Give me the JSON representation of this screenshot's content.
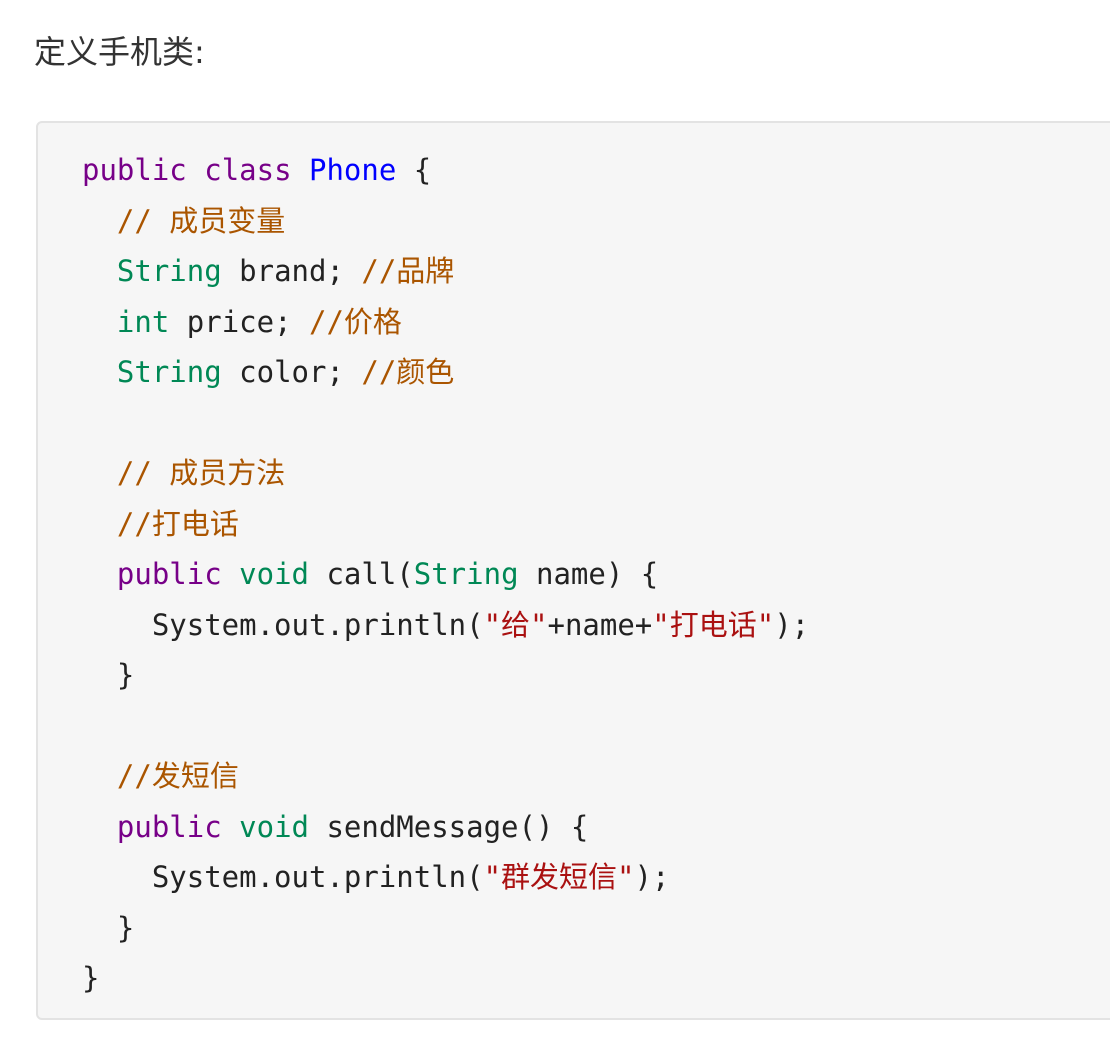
{
  "intro": {
    "text": "定义手机类:"
  },
  "code": {
    "language": "java",
    "lines": [
      [
        {
          "t": "kw",
          "v": "public"
        },
        {
          "t": "pl",
          "v": " "
        },
        {
          "t": "kw",
          "v": "class"
        },
        {
          "t": "pl",
          "v": " "
        },
        {
          "t": "def",
          "v": "Phone"
        },
        {
          "t": "pl",
          "v": " {"
        }
      ],
      [
        {
          "t": "pl",
          "v": "  "
        },
        {
          "t": "cm",
          "v": "// 成员变量"
        }
      ],
      [
        {
          "t": "pl",
          "v": "  "
        },
        {
          "t": "ty",
          "v": "String"
        },
        {
          "t": "pl",
          "v": " brand; "
        },
        {
          "t": "cm",
          "v": "//品牌"
        }
      ],
      [
        {
          "t": "pl",
          "v": "  "
        },
        {
          "t": "ty",
          "v": "int"
        },
        {
          "t": "pl",
          "v": " price; "
        },
        {
          "t": "cm",
          "v": "//价格"
        }
      ],
      [
        {
          "t": "pl",
          "v": "  "
        },
        {
          "t": "ty",
          "v": "String"
        },
        {
          "t": "pl",
          "v": " color; "
        },
        {
          "t": "cm",
          "v": "//颜色"
        }
      ],
      [],
      [
        {
          "t": "pl",
          "v": "  "
        },
        {
          "t": "cm",
          "v": "// 成员方法"
        }
      ],
      [
        {
          "t": "pl",
          "v": "  "
        },
        {
          "t": "cm",
          "v": "//打电话"
        }
      ],
      [
        {
          "t": "pl",
          "v": "  "
        },
        {
          "t": "kw",
          "v": "public"
        },
        {
          "t": "pl",
          "v": " "
        },
        {
          "t": "ty",
          "v": "void"
        },
        {
          "t": "pl",
          "v": " call("
        },
        {
          "t": "ty",
          "v": "String"
        },
        {
          "t": "pl",
          "v": " name) {"
        }
      ],
      [
        {
          "t": "pl",
          "v": "    System.out.println("
        },
        {
          "t": "str",
          "v": "\"给\""
        },
        {
          "t": "pl",
          "v": "+name+"
        },
        {
          "t": "str",
          "v": "\"打电话\""
        },
        {
          "t": "pl",
          "v": ");"
        }
      ],
      [
        {
          "t": "pl",
          "v": "  }"
        }
      ],
      [],
      [
        {
          "t": "pl",
          "v": "  "
        },
        {
          "t": "cm",
          "v": "//发短信"
        }
      ],
      [
        {
          "t": "pl",
          "v": "  "
        },
        {
          "t": "kw",
          "v": "public"
        },
        {
          "t": "pl",
          "v": " "
        },
        {
          "t": "ty",
          "v": "void"
        },
        {
          "t": "pl",
          "v": " sendMessage() {"
        }
      ],
      [
        {
          "t": "pl",
          "v": "    System.out.println("
        },
        {
          "t": "str",
          "v": "\"群发短信\""
        },
        {
          "t": "pl",
          "v": ");"
        }
      ],
      [
        {
          "t": "pl",
          "v": "  }"
        }
      ],
      [
        {
          "t": "pl",
          "v": "}"
        }
      ]
    ]
  }
}
